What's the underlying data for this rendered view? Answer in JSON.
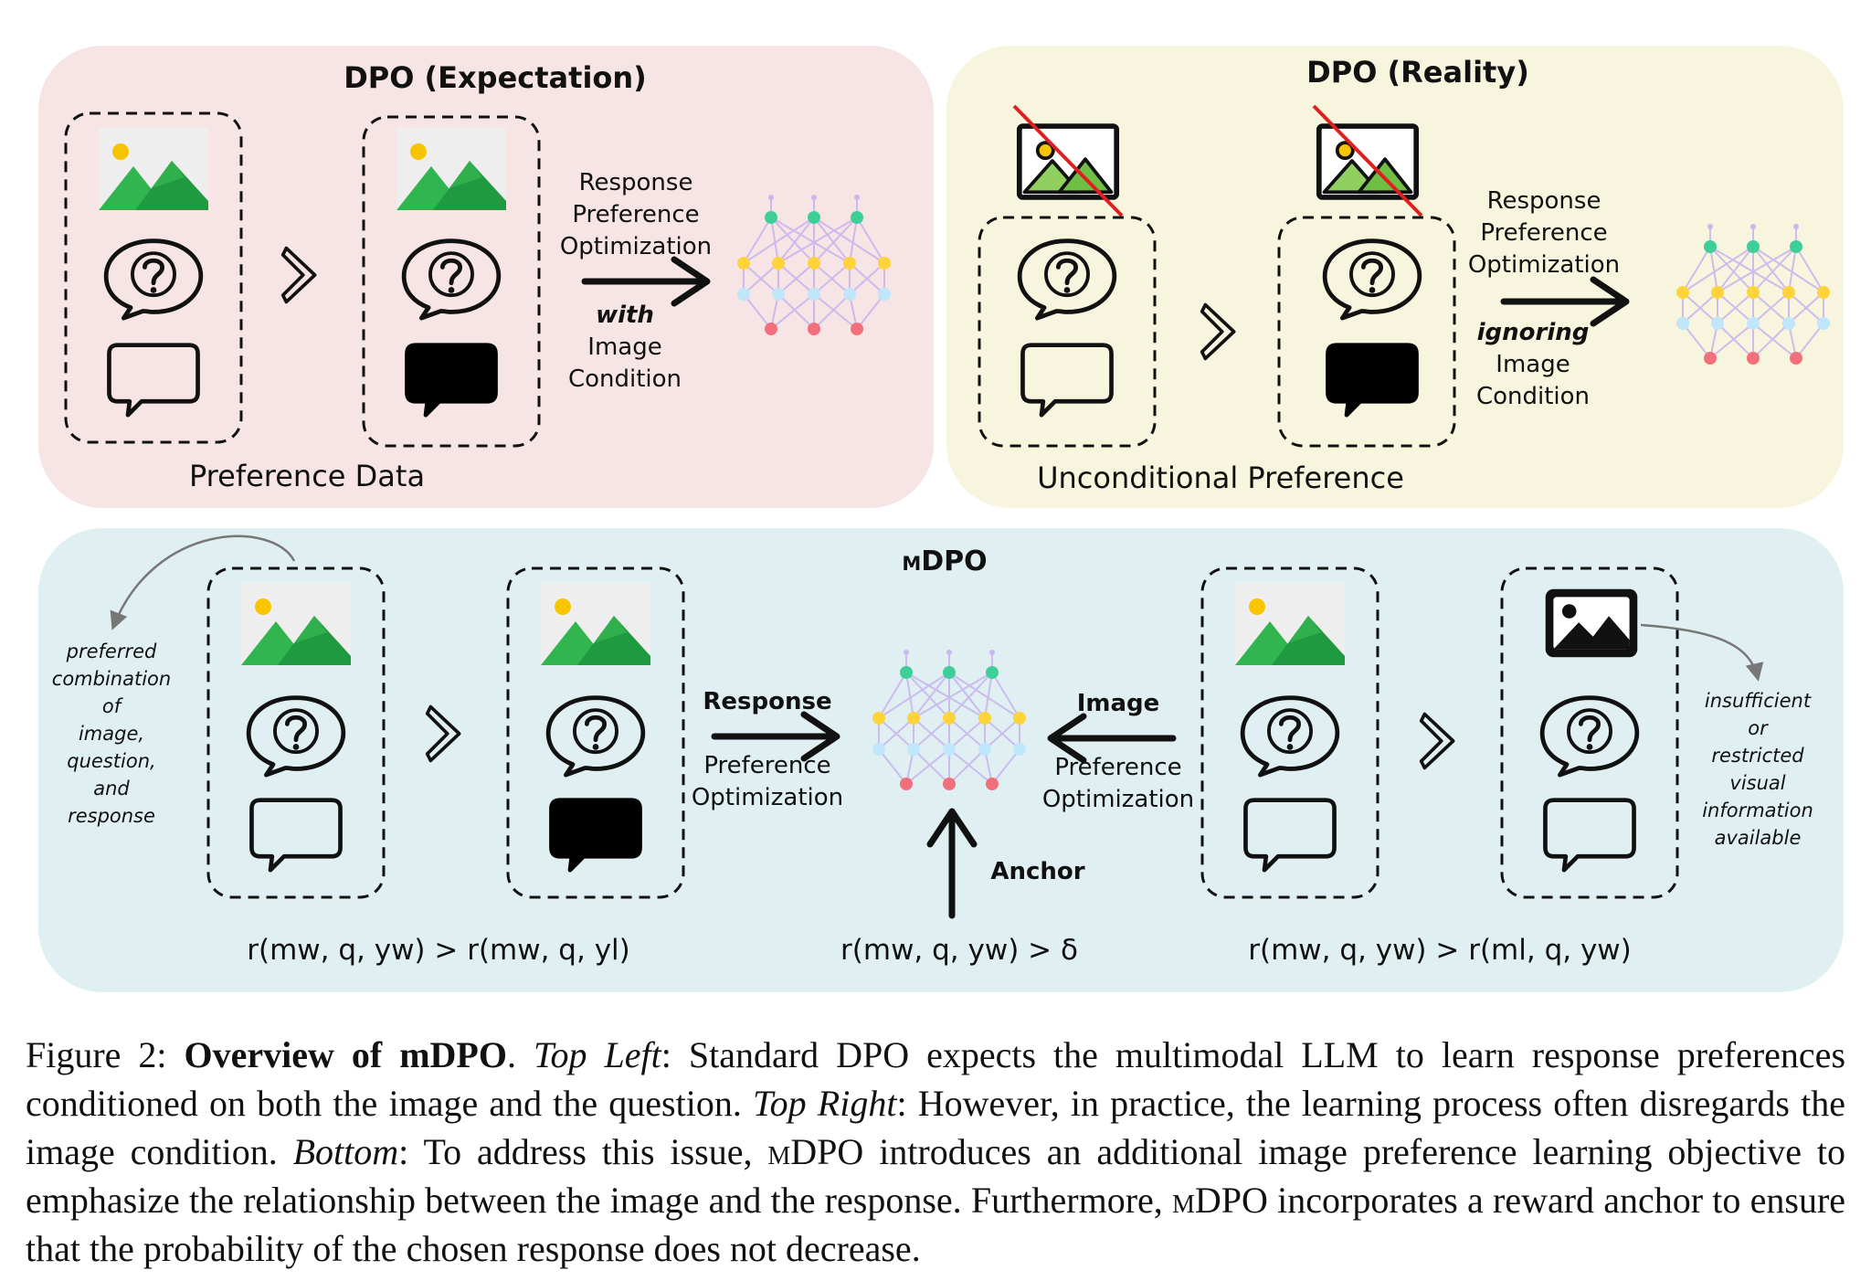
{
  "colors": {
    "panel_top_left": "#f7e4e5",
    "panel_top_right": "#f7f5dd",
    "panel_bottom": "#e0f0f2",
    "mountain_light": "#31b64f",
    "mountain_dark": "#1f9a40",
    "sun": "#f7c500",
    "node_green": "#3ecf98",
    "node_yellow": "#ffd43b",
    "node_blue": "#bfe6fb",
    "node_red": "#f2707c",
    "edge": "#c9b6ee",
    "strike": "#e02020"
  },
  "top_left": {
    "title": "DPO (Expectation)",
    "footer": "Preference Data",
    "arrow_line1": "Response",
    "arrow_line2": "Preference",
    "arrow_line3": "Optimization",
    "arrow_emph": "with",
    "arrow_line5": "Image",
    "arrow_line6": "Condition"
  },
  "top_right": {
    "title": "DPO (Reality)",
    "footer": "Unconditional Preference",
    "arrow_line1": "Response",
    "arrow_line2": "Preference",
    "arrow_line3": "Optimization",
    "arrow_emph": "ignoring",
    "arrow_line5": "Image",
    "arrow_line6": "Condition"
  },
  "bottom": {
    "title": "mDPO",
    "left_note": [
      "preferred",
      "combination",
      "of",
      "image,",
      "question,",
      "and",
      "response"
    ],
    "right_note": [
      "insufficient",
      "or",
      "restricted",
      "visual",
      "information",
      "available"
    ],
    "left_arrow_bold": "Response",
    "left_arrow_line2": "Preference",
    "left_arrow_line3": "Optimization",
    "right_arrow_bold": "Image",
    "right_arrow_line2": "Preference",
    "right_arrow_line3": "Optimization",
    "anchor_label": "Anchor",
    "formula_left": "r(mw, q, yw) > r(mw, q, yl)",
    "formula_mid": "r(mw, q, yw) > δ",
    "formula_right": "r(mw, q, yw) > r(ml, q, yw)"
  },
  "caption": {
    "label": "Figure 2:",
    "title": "Overview of mDPO",
    "top_left_tag": "Top Left",
    "top_left_text": "Standard DPO expects the multimodal LLM to learn response preferences conditioned on both the image and the question.",
    "top_right_tag": "Top Right",
    "top_right_text": "However, in practice, the learning process often disregards the image condition.",
    "bottom_tag": "Bottom",
    "bottom_text_1": "To address this issue,",
    "mdpo": "mDPO",
    "bottom_text_2": "introduces an additional image preference learning objective to emphasize the relationship between the image and the response.  Furthermore,",
    "bottom_text_3": "incorporates a reward anchor to ensure that the probability of the chosen response does not decrease."
  }
}
